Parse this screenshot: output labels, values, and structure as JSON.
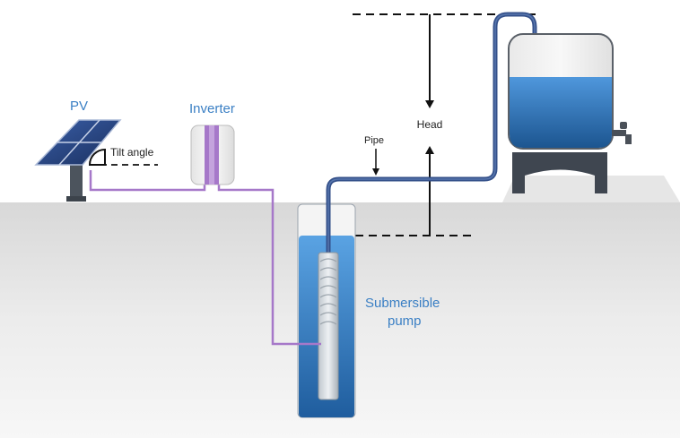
{
  "labels": {
    "pv": "PV",
    "tilt_angle": "Tilt angle",
    "inverter": "Inverter",
    "pipe": "Pipe",
    "head": "Head",
    "pump_line1": "Submersible",
    "pump_line2": "pump"
  },
  "colors": {
    "label_blue": "#3a7fc4",
    "water": "#2f78c4",
    "pipe": "#34508a",
    "cable": "#a678c9",
    "ground": "#e2e2e2",
    "tank_body": "#e6e6e6",
    "tank_stand": "#3f4650"
  }
}
